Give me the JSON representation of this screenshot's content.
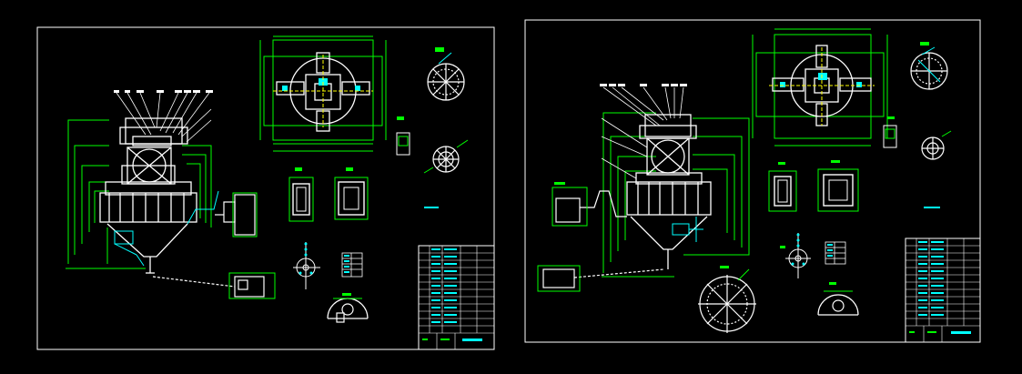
{
  "viewport": {
    "background": "#000000"
  },
  "colors": {
    "frame": "#ffffff",
    "green": "#00ff00",
    "cyan": "#00ffff",
    "white": "#ffffff",
    "blue": "#2020ff",
    "magenta": "#ff00ff",
    "yellow": "#ffff00"
  },
  "sheets": [
    {
      "id": "left",
      "title_block_rows": 11
    },
    {
      "id": "right",
      "title_block_rows": 11
    }
  ]
}
